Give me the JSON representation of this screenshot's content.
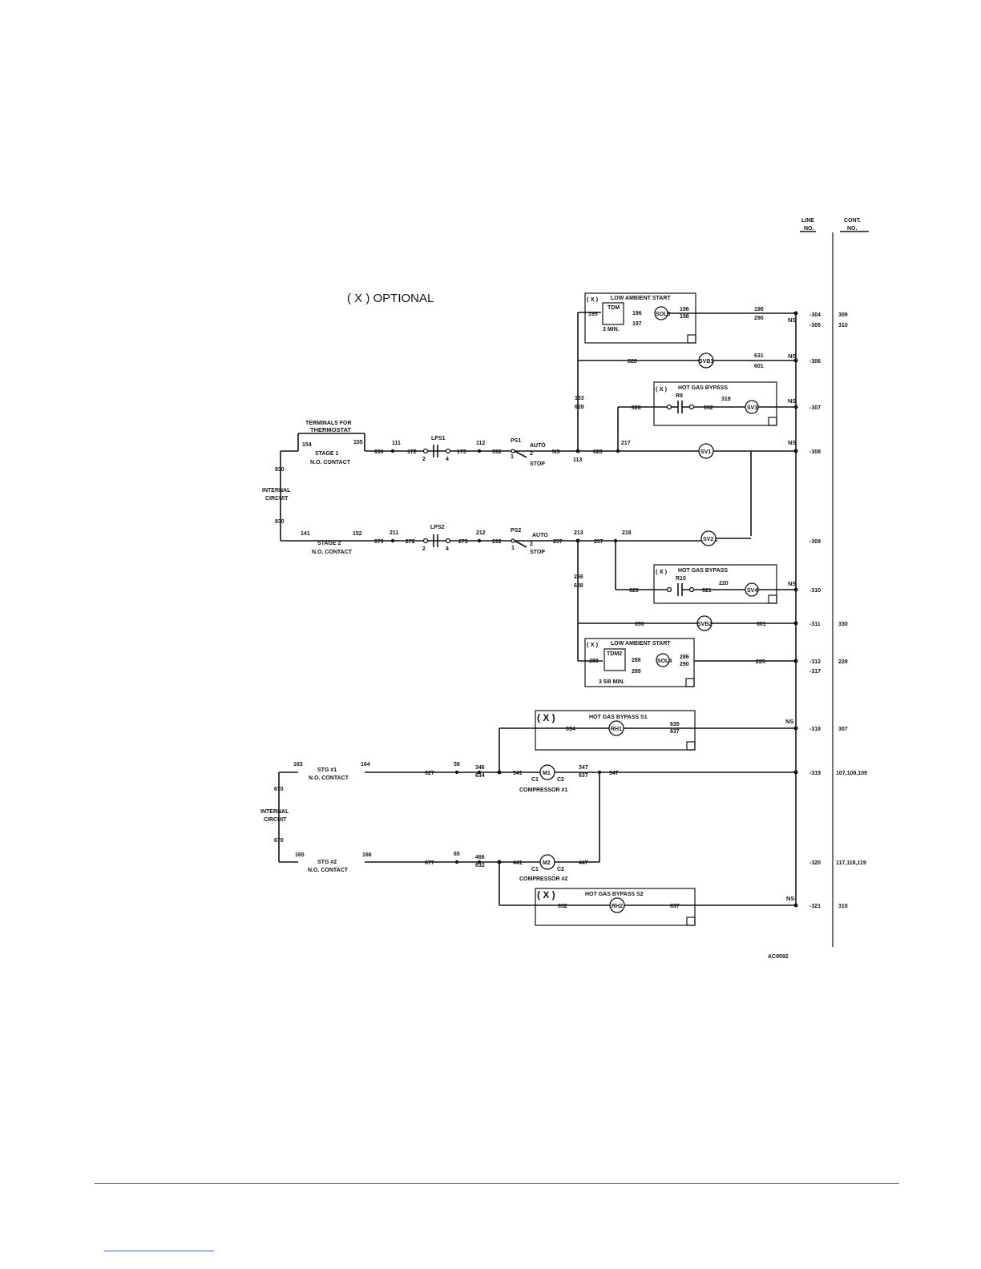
{
  "legend": "( X ) OPTIONAL",
  "columns": {
    "line_no": [
      "LINE",
      "NO."
    ],
    "cont_no": [
      "CONT.",
      "NO."
    ]
  },
  "drawing_number": "AC9592",
  "optional_mark": "( X )",
  "box_titles": {
    "low_ambient_start_1": "LOW AMBIENT START",
    "hot_gas_bypass_1": "HOT GAS BYPASS",
    "hot_gas_bypass_2": "HOT GAS BYPASS",
    "low_ambient_start_2": "LOW AMBIENT START",
    "hot_gas_bypass_s1": "HOT GAS BYPASS S1",
    "hot_gas_bypass_s2": "HOT GAS BYPASS S2"
  },
  "labels": {
    "terminals_for": "TERMINALS FOR",
    "thermostat": "THERMOSTAT",
    "stage1": "STAGE 1",
    "stage2": "STAGE 2",
    "no_contact": "N.O. CONTACT",
    "internal": "INTERNAL",
    "circuit": "CIRCUIT",
    "auto": "AUTO",
    "stop": "STOP",
    "compressor_1": "COMPRESSOR #1",
    "compressor_2": "COMPRESSOR #2",
    "stg1": "STG #1",
    "stg2": "STG #2",
    "three_min": "3 MIN.",
    "three_5_min": "3 5/8 MIN.",
    "ns": "NS",
    "tdm": "TDM",
    "tdm2": "TDM2"
  },
  "components": {
    "lps1": "LPS1",
    "lps2": "LPS2",
    "ps1": "PS1",
    "ps2": "PS2",
    "sv1": "SV1",
    "sv2": "SV2",
    "sv3": "SV3",
    "sv4": "SV4",
    "svb1": "SVB1",
    "svb2": "SVB2",
    "r9": "R9",
    "r10": "R10",
    "sol13": "SOL3",
    "sol14": "SOL4",
    "m1": "M1",
    "m2": "M2",
    "rh1": "RH1",
    "rh2": "RH2"
  },
  "rungs": [
    {
      "line": "-304",
      "cont": "309"
    },
    {
      "line": "-305",
      "cont": "310"
    },
    {
      "line": "-306",
      "cont": ""
    },
    {
      "line": "-307",
      "cont": ""
    },
    {
      "line": "-308",
      "cont": ""
    },
    {
      "line": "-309",
      "cont": ""
    },
    {
      "line": "-310",
      "cont": ""
    },
    {
      "line": "-311",
      "cont": "330"
    },
    {
      "line": "-312",
      "cont": "229"
    },
    {
      "line": "-317",
      "cont": ""
    },
    {
      "line": "-318",
      "cont": "307"
    },
    {
      "line": "-319",
      "cont": "107,108,109"
    },
    {
      "line": "-320",
      "cont": "117,118,119"
    },
    {
      "line": "-321",
      "cont": "310"
    }
  ]
}
